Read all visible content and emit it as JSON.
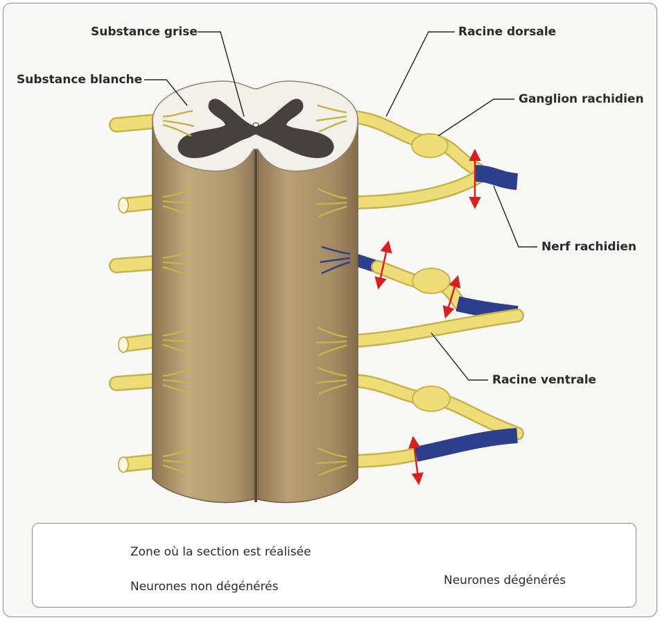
{
  "labels": {
    "substance_grise": "Substance grise",
    "substance_blanche": "Substance blanche",
    "racine_dorsale": "Racine dorsale",
    "ganglion_rachidien": "Ganglion rachidien",
    "nerf_rachidien": "Nerf rachidien",
    "racine_ventrale": "Racine ventrale"
  },
  "legend": {
    "cut_zone": "Zone où la section est réalisée",
    "non_degenerate": "Neurones non dégénérés",
    "degenerate": "Neurones dégénérés"
  },
  "colors": {
    "cord": "#b49b6e",
    "white_matter": "#f3f0ea",
    "grey_matter": "#46403e",
    "neuron_healthy": "#eedd78",
    "neuron_degenerate": "#2d3f8c",
    "cut_arrow": "#d92020"
  }
}
